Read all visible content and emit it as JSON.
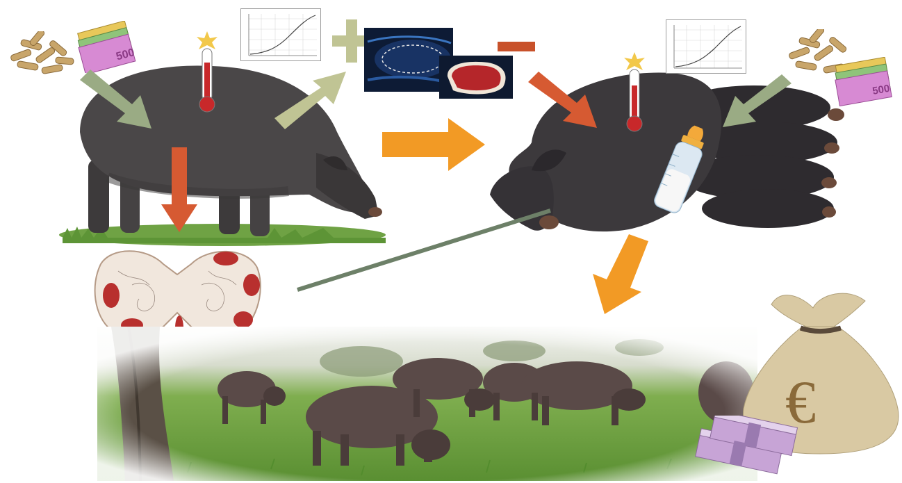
{
  "diagram": {
    "panels": [
      {
        "id": "pregnant-sow",
        "icons": [
          "feed-pellets-icon",
          "euro-banknotes-icon",
          "thermometer-icon",
          "growth-chart-icon"
        ]
      },
      {
        "id": "lactating-sow-with-piglets",
        "icons": [
          "thermometer-icon",
          "growth-chart-icon",
          "feed-pellets-icon",
          "euro-banknotes-icon",
          "baby-bottle-icon"
        ]
      },
      {
        "id": "pigs-grazing-in-pasture",
        "icons": [
          "money-bag-icon",
          "banknote-stack-icon"
        ]
      },
      {
        "id": "placenta-uterus-illustration",
        "icons": []
      },
      {
        "id": "ultrasound-loin-scan",
        "icons": [
          "raw-meat-cut-icon"
        ]
      }
    ],
    "symbols": {
      "plus": "+",
      "minus": "−",
      "currency": "€",
      "banknote_value": "500"
    },
    "colors": {
      "arrow_orange": "#f29a25",
      "arrow_red": "#d65a32",
      "arrow_sage": "#9aab84",
      "arrow_khaki": "#c0c494",
      "connector_green": "#6d8068",
      "pig_dark": "#4a4748",
      "grass": "#6fa244",
      "money_bag": "#d9c9a3",
      "banknote_purple": "#c96fc0"
    }
  }
}
